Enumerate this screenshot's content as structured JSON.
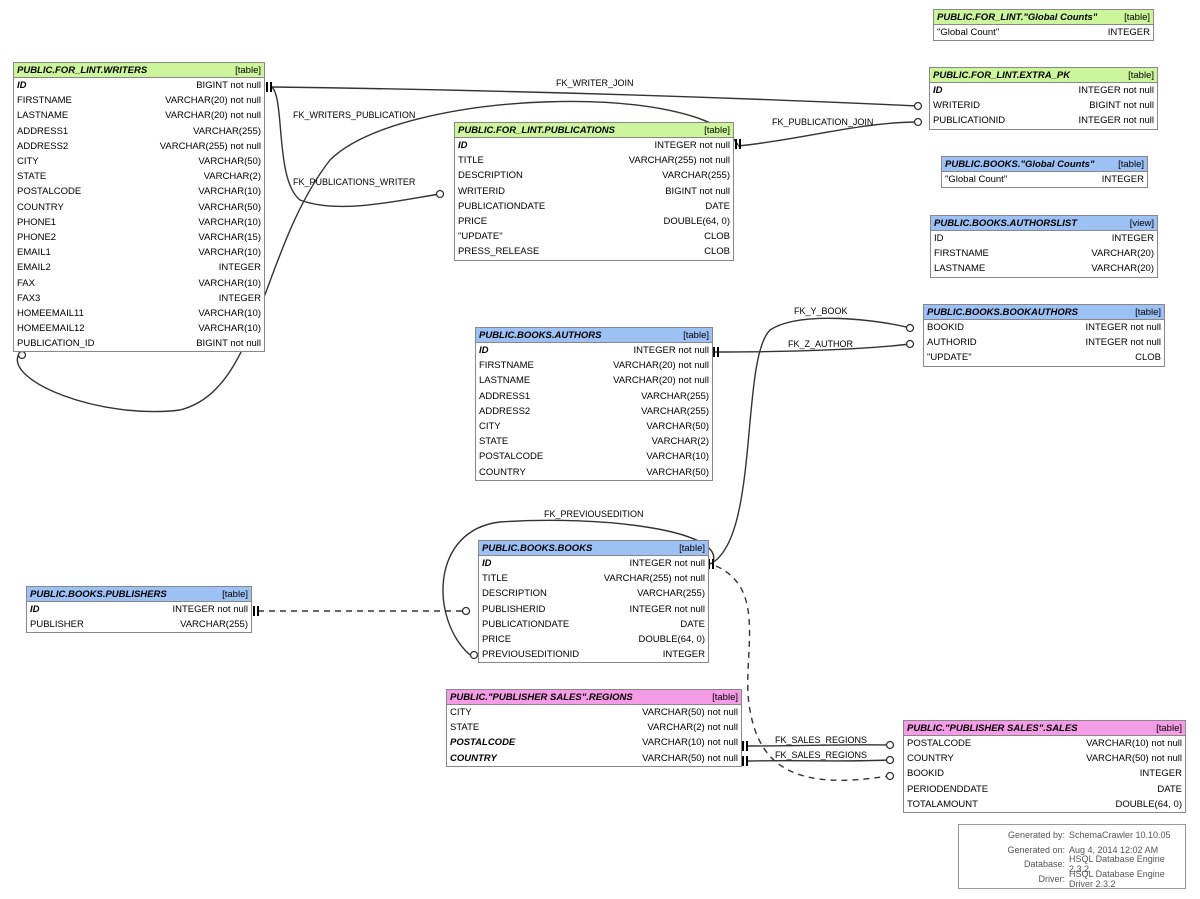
{
  "tables": {
    "writers": {
      "name": "PUBLIC.FOR_LINT.WRITERS",
      "kind": "[table]",
      "columns": [
        {
          "name": "ID",
          "type": "BIGINT not null",
          "key": true
        },
        {
          "name": "FIRSTNAME",
          "type": "VARCHAR(20) not null"
        },
        {
          "name": "LASTNAME",
          "type": "VARCHAR(20) not null"
        },
        {
          "name": "ADDRESS1",
          "type": "VARCHAR(255)"
        },
        {
          "name": "ADDRESS2",
          "type": "VARCHAR(255) not null"
        },
        {
          "name": "CITY",
          "type": "VARCHAR(50)"
        },
        {
          "name": "STATE",
          "type": "VARCHAR(2)"
        },
        {
          "name": "POSTALCODE",
          "type": "VARCHAR(10)"
        },
        {
          "name": "COUNTRY",
          "type": "VARCHAR(50)"
        },
        {
          "name": "PHONE1",
          "type": "VARCHAR(10)"
        },
        {
          "name": "PHONE2",
          "type": "VARCHAR(15)"
        },
        {
          "name": "EMAIL1",
          "type": "VARCHAR(10)"
        },
        {
          "name": "EMAIL2",
          "type": "INTEGER"
        },
        {
          "name": "FAX",
          "type": "VARCHAR(10)"
        },
        {
          "name": "FAX3",
          "type": "INTEGER"
        },
        {
          "name": "HOMEEMAIL11",
          "type": "VARCHAR(10)"
        },
        {
          "name": "HOMEEMAIL12",
          "type": "VARCHAR(10)"
        },
        {
          "name": "PUBLICATION_ID",
          "type": "BIGINT not null"
        }
      ]
    },
    "publications": {
      "name": "PUBLIC.FOR_LINT.PUBLICATIONS",
      "kind": "[table]",
      "columns": [
        {
          "name": "ID",
          "type": "INTEGER not null",
          "key": true
        },
        {
          "name": "TITLE",
          "type": "VARCHAR(255) not null"
        },
        {
          "name": "DESCRIPTION",
          "type": "VARCHAR(255)"
        },
        {
          "name": "WRITERID",
          "type": "BIGINT not null"
        },
        {
          "name": "PUBLICATIONDATE",
          "type": "DATE"
        },
        {
          "name": "PRICE",
          "type": "DOUBLE(64, 0)"
        },
        {
          "name": "\"UPDATE\"",
          "type": "CLOB"
        },
        {
          "name": "PRESS_RELEASE",
          "type": "CLOB"
        }
      ]
    },
    "globalCountsLint": {
      "name": "PUBLIC.FOR_LINT.\"Global Counts\"",
      "kind": "[table]",
      "columns": [
        {
          "name": "\"Global Count\"",
          "type": "INTEGER"
        }
      ]
    },
    "extraPk": {
      "name": "PUBLIC.FOR_LINT.EXTRA_PK",
      "kind": "[table]",
      "columns": [
        {
          "name": "ID",
          "type": "INTEGER not null",
          "key": true
        },
        {
          "name": "WRITERID",
          "type": "BIGINT not null"
        },
        {
          "name": "PUBLICATIONID",
          "type": "INTEGER not null"
        }
      ]
    },
    "globalCountsBooks": {
      "name": "PUBLIC.BOOKS.\"Global Counts\"",
      "kind": "[table]",
      "columns": [
        {
          "name": "\"Global Count\"",
          "type": "INTEGER"
        }
      ]
    },
    "authorsList": {
      "name": "PUBLIC.BOOKS.AUTHORSLIST",
      "kind": "[view]",
      "columns": [
        {
          "name": "ID",
          "type": "INTEGER"
        },
        {
          "name": "FIRSTNAME",
          "type": "VARCHAR(20)"
        },
        {
          "name": "LASTNAME",
          "type": "VARCHAR(20)"
        }
      ]
    },
    "bookAuthors": {
      "name": "PUBLIC.BOOKS.BOOKAUTHORS",
      "kind": "[table]",
      "columns": [
        {
          "name": "BOOKID",
          "type": "INTEGER not null"
        },
        {
          "name": "AUTHORID",
          "type": "INTEGER not null"
        },
        {
          "name": "\"UPDATE\"",
          "type": "CLOB"
        }
      ]
    },
    "authors": {
      "name": "PUBLIC.BOOKS.AUTHORS",
      "kind": "[table]",
      "columns": [
        {
          "name": "ID",
          "type": "INTEGER not null",
          "key": true
        },
        {
          "name": "FIRSTNAME",
          "type": "VARCHAR(20) not null"
        },
        {
          "name": "LASTNAME",
          "type": "VARCHAR(20) not null"
        },
        {
          "name": "ADDRESS1",
          "type": "VARCHAR(255)"
        },
        {
          "name": "ADDRESS2",
          "type": "VARCHAR(255)"
        },
        {
          "name": "CITY",
          "type": "VARCHAR(50)"
        },
        {
          "name": "STATE",
          "type": "VARCHAR(2)"
        },
        {
          "name": "POSTALCODE",
          "type": "VARCHAR(10)"
        },
        {
          "name": "COUNTRY",
          "type": "VARCHAR(50)"
        }
      ]
    },
    "books": {
      "name": "PUBLIC.BOOKS.BOOKS",
      "kind": "[table]",
      "columns": [
        {
          "name": "ID",
          "type": "INTEGER not null",
          "key": true
        },
        {
          "name": "TITLE",
          "type": "VARCHAR(255) not null"
        },
        {
          "name": "DESCRIPTION",
          "type": "VARCHAR(255)"
        },
        {
          "name": "PUBLISHERID",
          "type": "INTEGER not null"
        },
        {
          "name": "PUBLICATIONDATE",
          "type": "DATE"
        },
        {
          "name": "PRICE",
          "type": "DOUBLE(64, 0)"
        },
        {
          "name": "PREVIOUSEDITIONID",
          "type": "INTEGER"
        }
      ]
    },
    "publishers": {
      "name": "PUBLIC.BOOKS.PUBLISHERS",
      "kind": "[table]",
      "columns": [
        {
          "name": "ID",
          "type": "INTEGER not null",
          "key": true
        },
        {
          "name": "PUBLISHER",
          "type": "VARCHAR(255)"
        }
      ]
    },
    "regions": {
      "name": "PUBLIC.\"PUBLISHER SALES\".REGIONS",
      "kind": "[table]",
      "columns": [
        {
          "name": "CITY",
          "type": "VARCHAR(50) not null"
        },
        {
          "name": "STATE",
          "type": "VARCHAR(2) not null"
        },
        {
          "name": "POSTALCODE",
          "type": "VARCHAR(10) not null",
          "key": true
        },
        {
          "name": "COUNTRY",
          "type": "VARCHAR(50) not null",
          "key": true
        }
      ]
    },
    "sales": {
      "name": "PUBLIC.\"PUBLISHER SALES\".SALES",
      "kind": "[table]",
      "columns": [
        {
          "name": "POSTALCODE",
          "type": "VARCHAR(10) not null"
        },
        {
          "name": "COUNTRY",
          "type": "VARCHAR(50) not null"
        },
        {
          "name": "BOOKID",
          "type": "INTEGER"
        },
        {
          "name": "PERIODENDDATE",
          "type": "DATE"
        },
        {
          "name": "TOTALAMOUNT",
          "type": "DOUBLE(64, 0)"
        }
      ]
    }
  },
  "relationships": {
    "fk_writer_join": "FK_WRITER_JOIN",
    "fk_writers_publication": "FK_WRITERS_PUBLICATION",
    "fk_publication_join": "FK_PUBLICATION_JOIN",
    "fk_publications_writer": "FK_PUBLICATIONS_WRITER",
    "fk_y_book": "FK_Y_BOOK",
    "fk_z_author": "FK_Z_AUTHOR",
    "fk_previousedition": "FK_PREVIOUSEDITION",
    "fk_sales_regions_1": "FK_SALES_REGIONS",
    "fk_sales_regions_2": "FK_SALES_REGIONS"
  },
  "footer": {
    "rows": [
      {
        "label": "Generated by:",
        "value": "SchemaCrawler 10.10.05"
      },
      {
        "label": "Generated on:",
        "value": "Aug 4, 2014 12:02 AM"
      },
      {
        "label": "Database:",
        "value": "HSQL Database Engine  2.3.2"
      },
      {
        "label": "Driver:",
        "value": "HSQL Database Engine Driver  2.3.2"
      }
    ]
  },
  "colors": {
    "green": "#ccf59c",
    "blue": "#9dc1f5",
    "pink": "#f59ce6"
  }
}
